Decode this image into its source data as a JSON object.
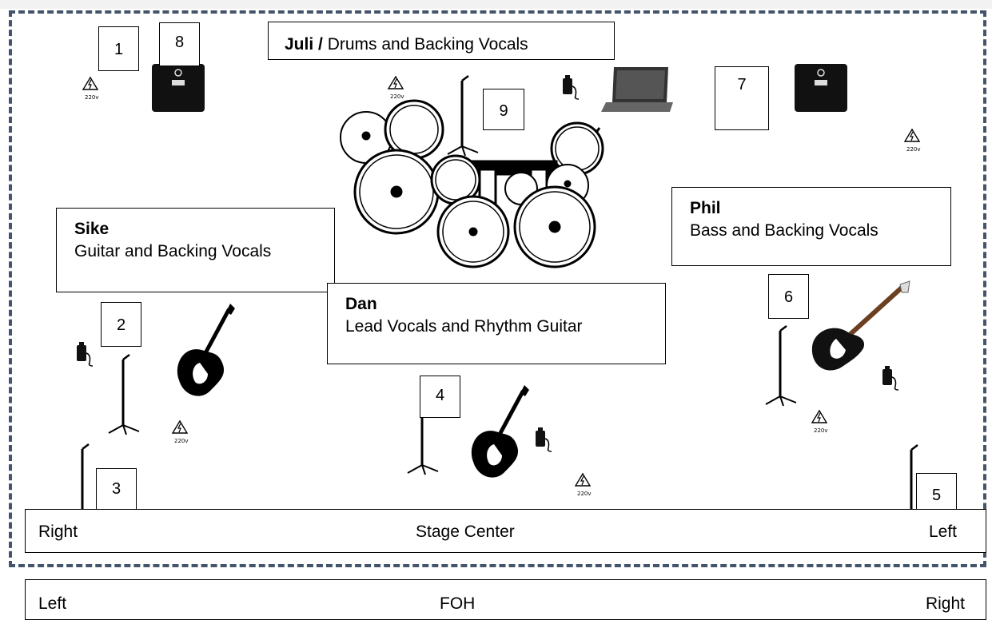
{
  "numbers": [
    "1",
    "8",
    "9",
    "7",
    "2",
    "6",
    "4",
    "3",
    "5"
  ],
  "juli": {
    "name": "Juli /",
    "role": "Drums and Backing Vocals"
  },
  "sike": {
    "name": "Sike",
    "role": "Guitar and Backing Vocals"
  },
  "phil": {
    "name": "Phil",
    "role": "Bass and Backing Vocals"
  },
  "dan": {
    "name": "Dan",
    "role": "Lead Vocals and Rhythm Guitar"
  },
  "stage_strip": {
    "left_label": "Right",
    "center_label": "Stage Center",
    "right_label": "Left"
  },
  "foh_strip": {
    "left_label": "Left",
    "center_label": "FOH",
    "right_label": "Right"
  },
  "power_label": "220v",
  "colors": {
    "frame": "#44546a",
    "ink": "#000000"
  }
}
